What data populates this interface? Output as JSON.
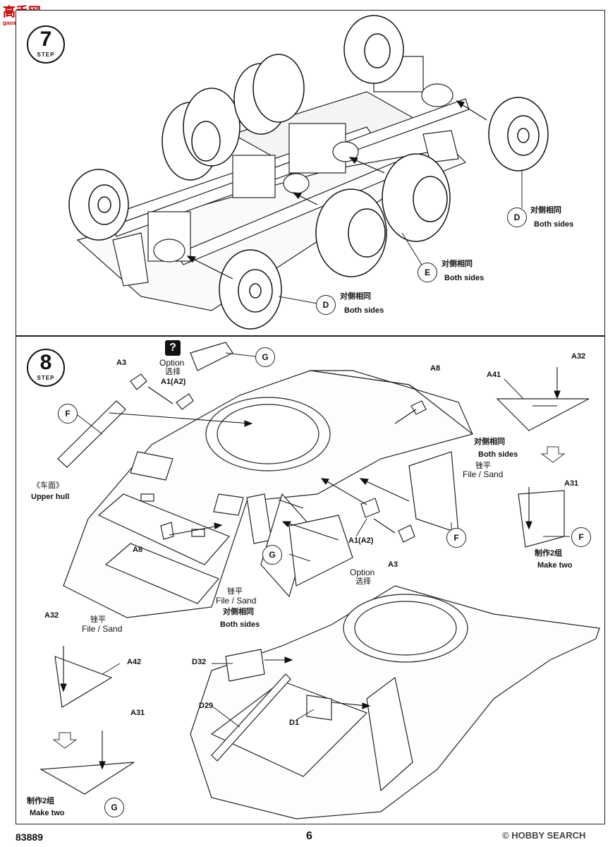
{
  "watermark": {
    "site": "高手网",
    "sub": "gaoshou.com"
  },
  "step7": {
    "number": "7",
    "word": "STEP",
    "parts": [
      {
        "id": "D",
        "cn": "对侧相同",
        "en": "Both sides"
      },
      {
        "id": "E",
        "cn": "对侧相同",
        "en": "Both sides"
      },
      {
        "id": "D",
        "cn": "对侧相同",
        "en": "Both sides"
      }
    ]
  },
  "step8": {
    "number": "8",
    "word": "STEP",
    "option_mark": "?",
    "labels": {
      "a3_top": "A3",
      "option_en": "Option",
      "option_cn": "选择",
      "a1a2_top": "A1(A2)",
      "g_top": "G",
      "f_left": "F",
      "a8_top": "A8",
      "both_cn": "对侧相同",
      "both_en": "Both sides",
      "file_cn": "锉平",
      "file_en": "File / Sand",
      "f_mid": "F",
      "upper_cn": "《车面》",
      "upper_en": "Upper hull",
      "a8_left": "A8",
      "a1a2_mid": "A1(A2)",
      "a3_mid": "A3",
      "option2_en": "Option",
      "option2_cn": "选择",
      "g_mid": "G",
      "file2_cn": "锉平",
      "file2_en": "File / Sand",
      "both2_cn": "对侧相同",
      "both2_en": "Both sides",
      "a41": "A41",
      "a32_right": "A32",
      "a31_right": "A31",
      "f_right": "F",
      "make2_cn": "制作2组",
      "make2_en": "Make two",
      "a32_left": "A32",
      "file3_cn": "锉平",
      "file3_en": "File / Sand",
      "a42": "A42",
      "a31_left": "A31",
      "make2b_cn": "制作2组",
      "make2b_en": "Make two",
      "g_bottom": "G",
      "d32": "D32",
      "d29": "D29",
      "d1": "D1"
    }
  },
  "footer": {
    "code": "83889",
    "page": "6",
    "brand": "HOBBY SEARCH",
    "copyright": "©"
  }
}
